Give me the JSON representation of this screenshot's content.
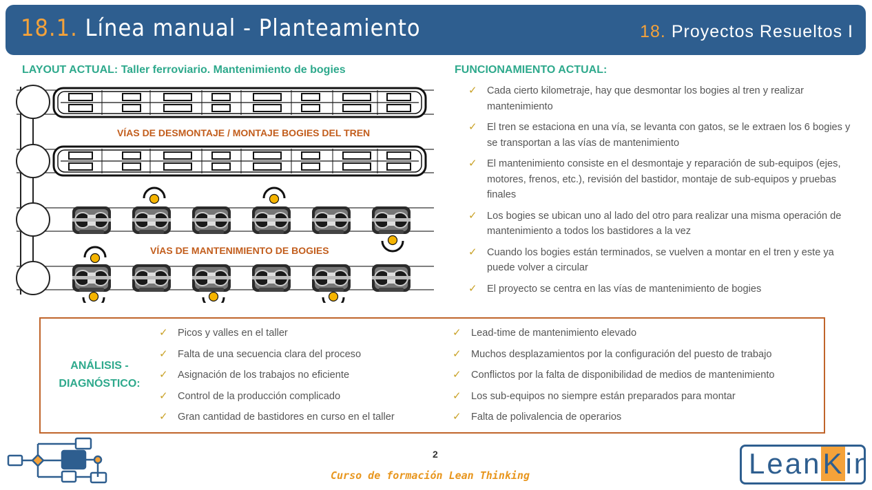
{
  "header": {
    "title_num": "18.1.",
    "title_text": "Línea manual - Planteamiento",
    "chapter_num": "18.",
    "chapter_text": "Proyectos Resueltos I"
  },
  "layout": {
    "heading": "LAYOUT ACTUAL: Taller ferroviario. Mantenimiento de bogies",
    "label_tracks_top": "VÍAS DE DESMONTAJE / MONTAJE BOGIES DEL TREN",
    "label_tracks_bottom": "VÍAS DE MANTENIMIENTO DE BOGIES"
  },
  "funcionamiento": {
    "heading": "FUNCIONAMIENTO ACTUAL:",
    "items": [
      "Cada cierto kilometraje, hay que desmontar los bogies al tren y realizar mantenimiento",
      "El tren se estaciona en una vía, se levanta con gatos, se le extraen los 6 bogies y se transportan a las vías de mantenimiento",
      "El mantenimiento consiste en el desmontaje y reparación de sub-equipos (ejes, motores, frenos, etc.), revisión del bastidor, montaje de sub-equipos y pruebas finales",
      "Los bogies se ubican uno al lado del otro para realizar una misma operación de mantenimiento a todos los bastidores a la vez",
      "Cuando los bogies están terminados, se vuelven a montar en el tren y este ya puede volver a circular",
      "El proyecto se centra en las vías de mantenimiento de bogies"
    ]
  },
  "analisis": {
    "label": "ANÁLISIS - DIAGNÓSTICO:",
    "left": [
      "Picos y valles en el taller",
      "Falta de una secuencia clara del proceso",
      "Asignación de los trabajos no eficiente",
      "Control de la producción complicado",
      "Gran cantidad de bastidores en curso en el taller"
    ],
    "right": [
      "Lead-time de mantenimiento elevado",
      "Muchos desplazamientos por la configuración del puesto de trabajo",
      "Conflictos por la falta de disponibilidad de medios de mantenimiento",
      "Los sub-equipos no siempre están preparados para montar",
      "Falta de polivalencia de operarios"
    ]
  },
  "footer": {
    "page_number": "2",
    "course": "Curso de formación Lean Thinking",
    "logo_part1": "Lean",
    "logo_part2": "K",
    "logo_part3": "in"
  },
  "colors": {
    "header_bg": "#2e5e8f",
    "accent_orange": "#f4a23a",
    "heading_green": "#2ea98c",
    "label_rust": "#c25d1c",
    "check_gold": "#c9a227",
    "box_border": "#c0642a"
  },
  "icons": [
    "check-icon",
    "train-icon",
    "bogie-icon",
    "operator-icon",
    "process-flow-logo"
  ]
}
